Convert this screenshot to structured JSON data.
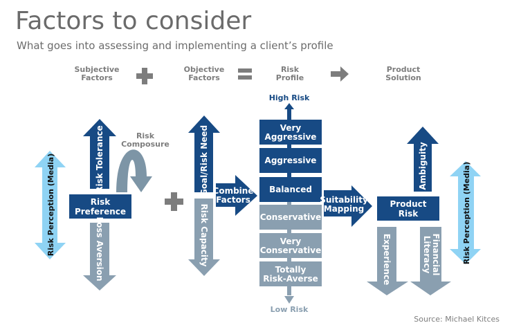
{
  "title": "Factors to consider",
  "subtitle": "What goes into assessing and implementing a client’s profile",
  "header": {
    "subjective": [
      "Subjective",
      "Factors"
    ],
    "objective": [
      "Objective",
      "Factors"
    ],
    "profile": [
      "Risk",
      "Profile"
    ],
    "solution": [
      "Product",
      "Solution"
    ]
  },
  "labels": {
    "risk_perception": "Risk Perception (Media)",
    "risk_tolerance": "Risk Tolerance",
    "risk_composure": [
      "Risk",
      "Composure"
    ],
    "risk_preference": [
      "Risk",
      "Preference"
    ],
    "loss_aversion": "Loss Aversion",
    "goal_need": "Goal/Risk Need",
    "risk_capacity": "Risk Capacity",
    "combine": [
      "Combine",
      "Factors"
    ],
    "high_risk": "High Risk",
    "low_risk": "Low Risk",
    "suitability": [
      "Suitability",
      "Mapping"
    ],
    "product_risk": [
      "Product",
      "Risk"
    ],
    "ambiguity": "Ambiguity",
    "experience": "Experience",
    "financial_literacy": [
      "Financial",
      "Literacy"
    ]
  },
  "profiles": [
    [
      "Very",
      "Aggressive"
    ],
    [
      "Aggressive"
    ],
    [
      "Balanced"
    ],
    [
      "Conservative"
    ],
    [
      "Very",
      "Conservative"
    ],
    [
      "Totally",
      "Risk-Averse"
    ]
  ],
  "source": "Source: Michael Kitces",
  "colors": {
    "dark": "#174a84",
    "gray": "#8a9fb0",
    "light": "#8fd3f4",
    "symbol": "#7d7d7d"
  }
}
